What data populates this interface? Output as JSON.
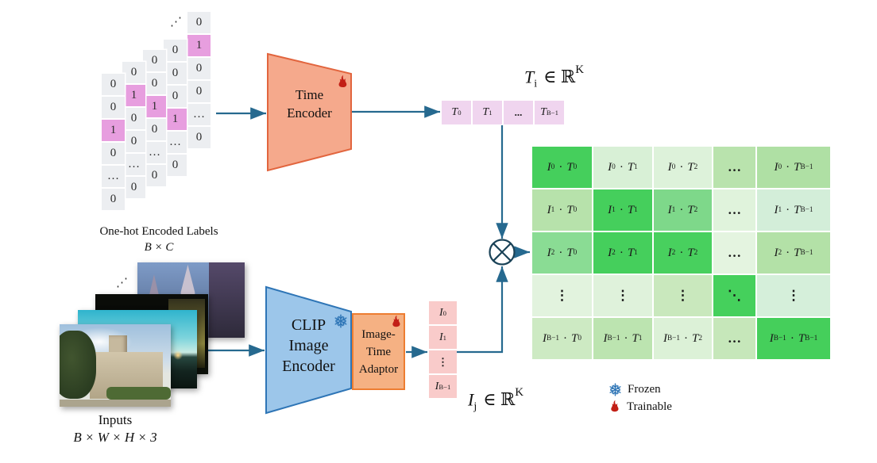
{
  "onehot": {
    "dots": "⋰",
    "caption": "One-hot Encoded Labels",
    "dims": "B × C",
    "cell_color": "#ECEEF1",
    "hot_color": "#E79EDF",
    "columns": [
      {
        "cells": [
          "0",
          "0",
          "1",
          "0",
          "…",
          "0"
        ],
        "hot": 2
      },
      {
        "cells": [
          "0",
          "1",
          "0",
          "0",
          "…",
          "0"
        ],
        "hot": 1
      },
      {
        "cells": [
          "0",
          "0",
          "1",
          "0",
          "…",
          "0"
        ],
        "hot": 2
      },
      {
        "cells": [
          "0",
          "0",
          "0",
          "1",
          "…",
          "0"
        ],
        "hot": 3
      },
      {
        "cells": [
          "0",
          "1",
          "0",
          "0",
          "…",
          "0"
        ],
        "hot": 1
      }
    ]
  },
  "inputs": {
    "dots": "⋰",
    "caption": "Inputs",
    "dims": "B × W × H × 3"
  },
  "time_encoder": {
    "line1": "Time",
    "line2": "Encoder",
    "fill": "#F5A98C",
    "border": "#E2653E"
  },
  "clip_encoder": {
    "line1": "CLIP",
    "line2": "Image",
    "line3": "Encoder",
    "fill": "#9CC6EA",
    "border": "#2E75B6"
  },
  "adaptor": {
    "line1": "Image-",
    "line2": "Time",
    "line3": "Adaptor",
    "fill": "#F5B183",
    "border": "#ED7D31"
  },
  "t_vector": {
    "label": {
      "var": "T",
      "sub": "i",
      "rest": "∈ ℝ",
      "sup": "K"
    },
    "cell_color": "#F0D5EF",
    "cells": [
      {
        "v": "T",
        "sub": "0"
      },
      {
        "v": "T",
        "sub": "1"
      },
      {
        "dots": "..."
      },
      {
        "v": "T",
        "sub": "B−1"
      }
    ]
  },
  "i_vector": {
    "label": {
      "var": "I",
      "sub": "j",
      "rest": "∈ ℝ",
      "sup": "K"
    },
    "cell_color": "#F9CBCA",
    "cells": [
      {
        "v": "I",
        "sub": "0"
      },
      {
        "v": "I",
        "sub": "1"
      },
      {
        "dots": "⋮"
      },
      {
        "v": "I",
        "sub": "B−1"
      }
    ]
  },
  "matrix": {
    "rows": [
      [
        {
          "i": "0",
          "t": "0",
          "bg": "#45CF5C"
        },
        {
          "i": "0",
          "t": "1",
          "bg": "#D8F0D6"
        },
        {
          "i": "0",
          "t": "2",
          "bg": "#DDF2DA"
        },
        {
          "dots": "…",
          "bg": "#B9E3AD"
        },
        {
          "i": "0",
          "t": "B−1",
          "bg": "#AFE0A4"
        }
      ],
      [
        {
          "i": "1",
          "t": "0",
          "bg": "#B7E2AB"
        },
        {
          "i": "1",
          "t": "1",
          "bg": "#45CF5C"
        },
        {
          "i": "1",
          "t": "2",
          "bg": "#7ED88A"
        },
        {
          "dots": "…",
          "bg": "#E0F3DC"
        },
        {
          "i": "1",
          "t": "B−1",
          "bg": "#D3EED9"
        }
      ],
      [
        {
          "i": "2",
          "t": "0",
          "bg": "#8ADC94"
        },
        {
          "i": "2",
          "t": "1",
          "bg": "#45CF5C"
        },
        {
          "i": "2",
          "t": "2",
          "bg": "#48D05E"
        },
        {
          "dots": "…",
          "bg": "#E4F4E0"
        },
        {
          "i": "2",
          "t": "B−1",
          "bg": "#B3E1A7"
        }
      ],
      [
        {
          "dots": "⋮",
          "bg": "#E2F3DE"
        },
        {
          "dots": "⋮",
          "bg": "#DFF2DB"
        },
        {
          "dots": "⋮",
          "bg": "#C9E8BD"
        },
        {
          "dots": "⋱",
          "bg": "#45D05C"
        },
        {
          "dots": "⋮",
          "bg": "#D5EFDA"
        }
      ],
      [
        {
          "i": "B−1",
          "t": "0",
          "bg": "#CDEAC3"
        },
        {
          "i": "B−1",
          "t": "1",
          "bg": "#BCE4B0"
        },
        {
          "i": "B−1",
          "t": "2",
          "bg": "#DCF1D7"
        },
        {
          "dots": "…",
          "bg": "#C6E7BA"
        },
        {
          "i": "B−1",
          "t": "B−1",
          "bg": "#45CF5B"
        }
      ]
    ]
  },
  "legend": {
    "frozen": "Frozen",
    "trainable": "Trainable"
  },
  "colors": {
    "arrow": "#26698F",
    "otimes": "#1A4257",
    "snowflake": "#2E75B6",
    "flame": "#C21F16"
  }
}
